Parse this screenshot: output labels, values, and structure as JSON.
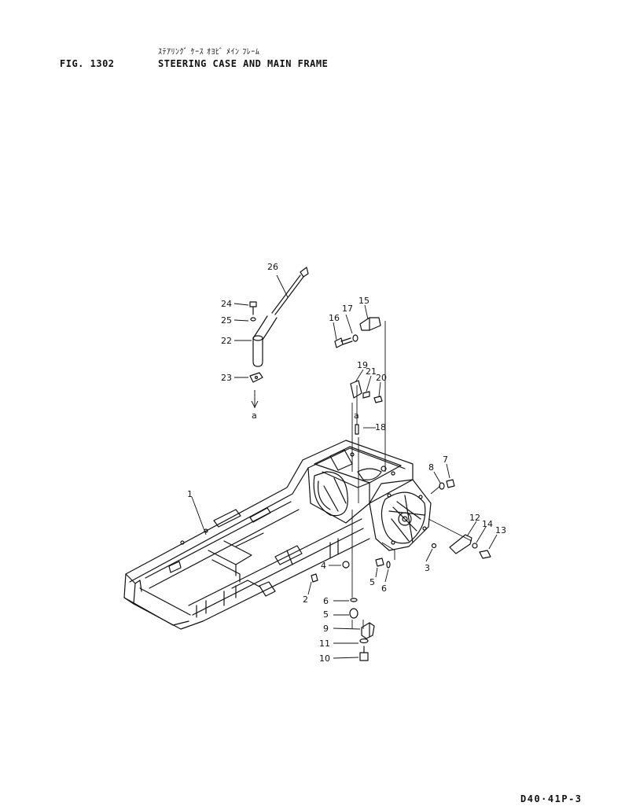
{
  "header": {
    "fig_number": "FIG. 1302",
    "title_jp": "ｽﾃｱﾘﾝｸﾞ ｹｰｽ ｵﾖﾋﾞ ﾒｲﾝ ﾌﾚｰﾑ",
    "title_en": "STEERING CASE AND MAIN FRAME"
  },
  "footer": {
    "page_code": "D40·41P-3"
  },
  "callouts": [
    "1",
    "2",
    "3",
    "4",
    "5",
    "5",
    "6",
    "6",
    "7",
    "8",
    "9",
    "10",
    "11",
    "12",
    "13",
    "14",
    "15",
    "16",
    "17",
    "18",
    "19",
    "20",
    "21",
    "22",
    "23",
    "24",
    "25",
    "26"
  ],
  "references": [
    "a",
    "a"
  ]
}
